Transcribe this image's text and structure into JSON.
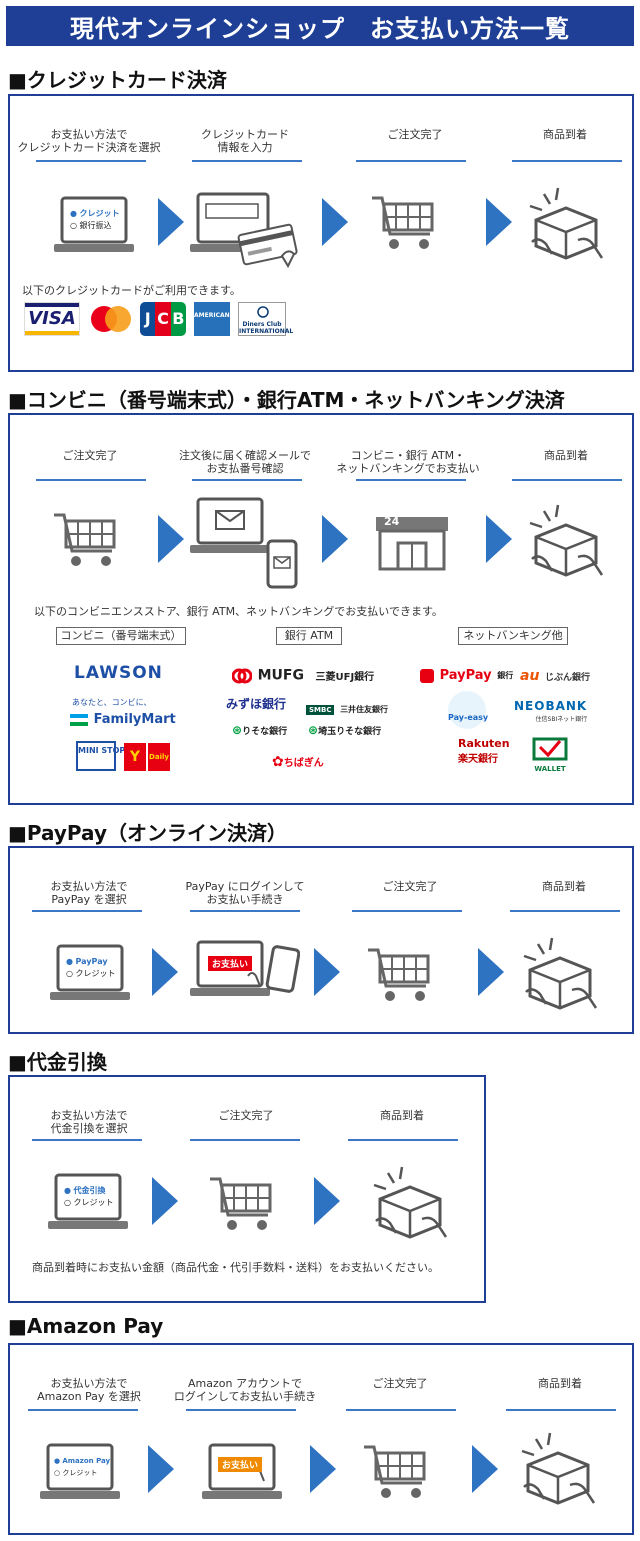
{
  "header": {
    "title": "現代オンラインショップ　お支払い方法一覧"
  },
  "sections": {
    "credit": {
      "title": "■クレジットカード決済",
      "steps": [
        "お支払い方法で\nクレジットカード決済を選択",
        "クレジットカード\n情報を入力",
        "ご注文完了",
        "商品到着"
      ],
      "screen_options": [
        "クレジット",
        "銀行振込"
      ],
      "note": "以下のクレジットカードがご利用できます。",
      "cards": [
        "VISA",
        "JCB",
        "AMERICAN EXPRESS",
        "Diners Club INTERNATIONAL"
      ]
    },
    "konbini": {
      "title": "■コンビニ（番号端末式）・銀行ATM・ネットバンキング決済",
      "steps": [
        "ご注文完了",
        "注文後に届く確認メールで\nお支払番号確認",
        "コンビニ・銀行 ATM・\nネットバンキングでお支払い",
        "商品到着"
      ],
      "store_number": "24",
      "note": "以下のコンビニエンスストア、銀行 ATM、ネットバンキングでお支払いできます。",
      "categories": [
        "コンビニ（番号端末式）",
        "銀行 ATM",
        "ネットバンキング他"
      ],
      "konbini_logos": [
        "LAWSON",
        "あなたと、コンビに、",
        "FamilyMart",
        "MINI STOP",
        "Daily"
      ],
      "bank_logos": [
        "MUFG",
        "三菱UFJ銀行",
        "みずほ銀行",
        "SMBC",
        "三井住友銀行",
        "りそな銀行",
        "埼玉りそな銀行",
        "ちばぎん"
      ],
      "net_logos": [
        "PayPay",
        "銀行",
        "au",
        "じぶん銀行",
        "Pay-easy",
        "NEOBANK",
        "住信SBIネット銀行",
        "Rakuten",
        "楽天銀行",
        "WALLET"
      ]
    },
    "paypay": {
      "title": "■PayPay（オンライン決済）",
      "steps": [
        "お支払い方法で\nPayPay を選択",
        "PayPay にログインして\nお支払い手続き",
        "ご注文完了",
        "商品到着"
      ],
      "screen_options": [
        "PayPay",
        "クレジット"
      ],
      "pay_button": "お支払い"
    },
    "cod": {
      "title": "■代金引換",
      "steps": [
        "お支払い方法で\n代金引換を選択",
        "ご注文完了",
        "商品到着"
      ],
      "screen_options": [
        "代金引換",
        "クレジット"
      ],
      "note": "商品到着時にお支払い金額（商品代金・代引手数料・送料）をお支払いください。"
    },
    "amazon": {
      "title": "■Amazon Pay",
      "steps": [
        "お支払い方法で\nAmazon Pay を選択",
        "Amazon アカウントで\nログインしてお支払い手続き",
        "ご注文完了",
        "商品到着"
      ],
      "screen_options": [
        "Amazon Pay",
        "クレジット"
      ],
      "pay_button": "お支払い"
    }
  },
  "colors": {
    "brand_blue": "#1e3f95",
    "arrow_blue": "#2e72c2",
    "line_blue": "#3b77c4"
  }
}
